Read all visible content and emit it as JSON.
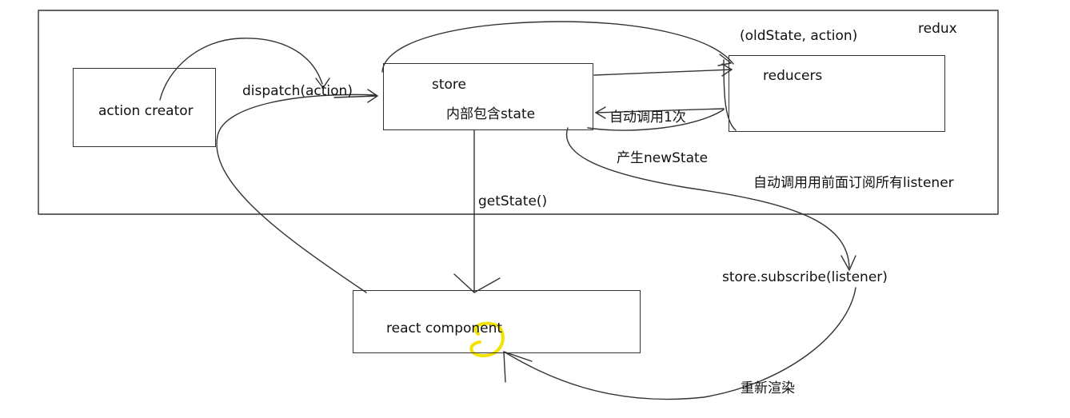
{
  "container": {
    "label": "redux"
  },
  "nodes": {
    "action_creator": {
      "label": "action creator"
    },
    "store": {
      "title": "store",
      "subtitle": "内部包含state"
    },
    "reducers": {
      "label": "reducers"
    },
    "react_component": {
      "label": "react component"
    }
  },
  "edges": {
    "dispatch": "dispatch(action)",
    "reducer_args": "(oldState, action)",
    "auto_call_once": "自动调用1次",
    "new_state": "产生newState",
    "notify_listeners": "自动调用用前面订阅所有listener",
    "get_state": "getState()",
    "subscribe": "store.subscribe(listener)",
    "rerender": "重新渲染"
  },
  "colors": {
    "line": "#333333",
    "highlight": "#f2e200"
  }
}
